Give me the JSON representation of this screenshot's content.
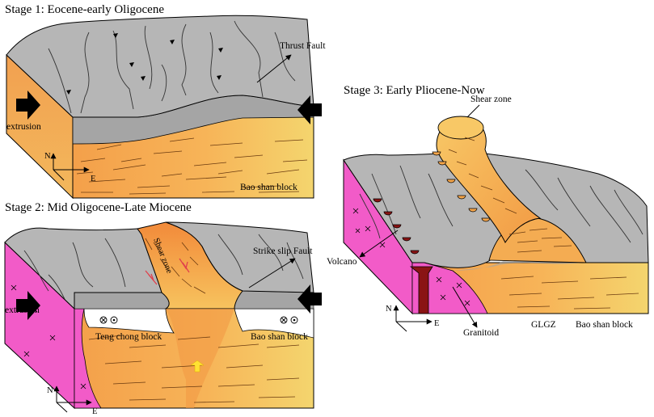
{
  "stages": [
    {
      "title": "Stage 1: Eocene-early Oligocene",
      "labels": {
        "fault": "Thrust Fault",
        "extrusion": "extrusion",
        "block": "Bao shan block"
      },
      "compass": {
        "north": "N",
        "east": "E"
      }
    },
    {
      "title": "Stage 2: Mid Oligocene-Late Miocene",
      "labels": {
        "fault": "Strike slip Fault",
        "extrusion": "extrusion",
        "shear": "Shear zone",
        "block_left": "Teng chong block",
        "block_right": "Bao shan block"
      },
      "compass": {
        "north": "N",
        "east": "E"
      }
    },
    {
      "title": "Stage 3: Early Pliocene-Now",
      "labels": {
        "shear": "Shear zone",
        "volcano": "Volcano",
        "granitoid": "Granitoid",
        "glgz": "GLGZ",
        "block": "Bao shan block"
      },
      "compass": {
        "north": "N",
        "east": "E"
      }
    }
  ],
  "colors": {
    "top_surface": "#b4b4b4",
    "scarp": "#9a9a9a",
    "crust_orange": "#f6a64a",
    "crust_yellow": "#f7d46a",
    "granitoid_pink": "#f25bc8",
    "volcano_red": "#8a1414",
    "arrow": "#000000",
    "strike_slip_red": "#e0404c",
    "uplift_arrow": "#ffe233"
  }
}
